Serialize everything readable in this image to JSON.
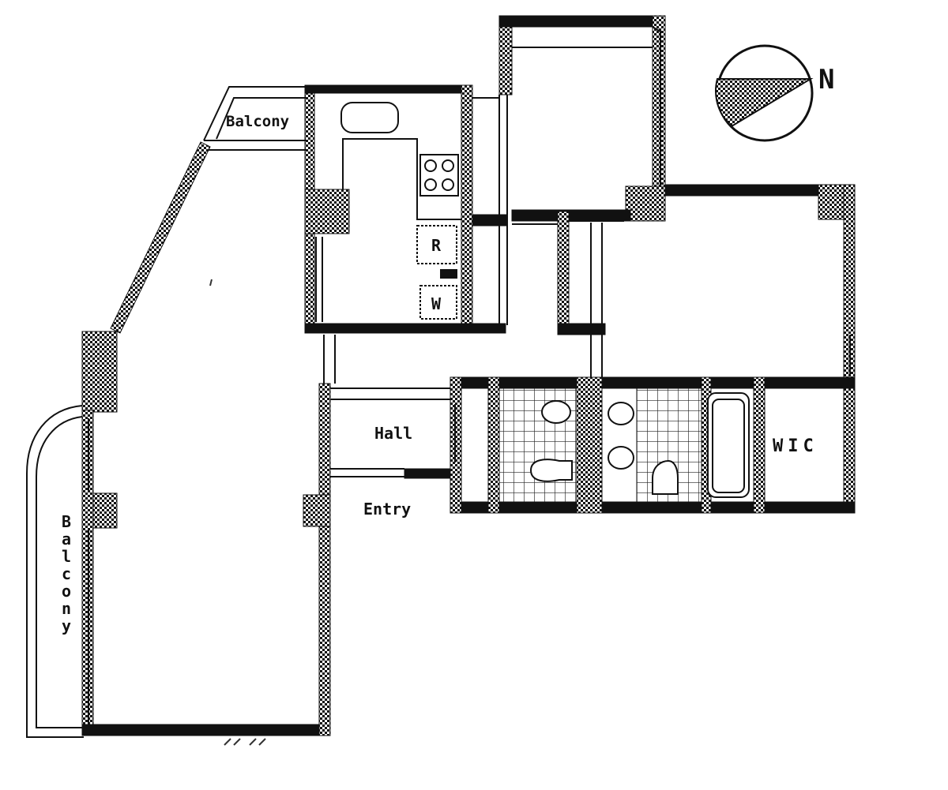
{
  "compass": {
    "label": "N"
  },
  "rooms": {
    "balcony_top": "Balcony",
    "balcony_side": "Balcony",
    "hall": "Hall",
    "entry": "Entry",
    "wic": "WIC",
    "fridge": "R",
    "washer": "W"
  }
}
